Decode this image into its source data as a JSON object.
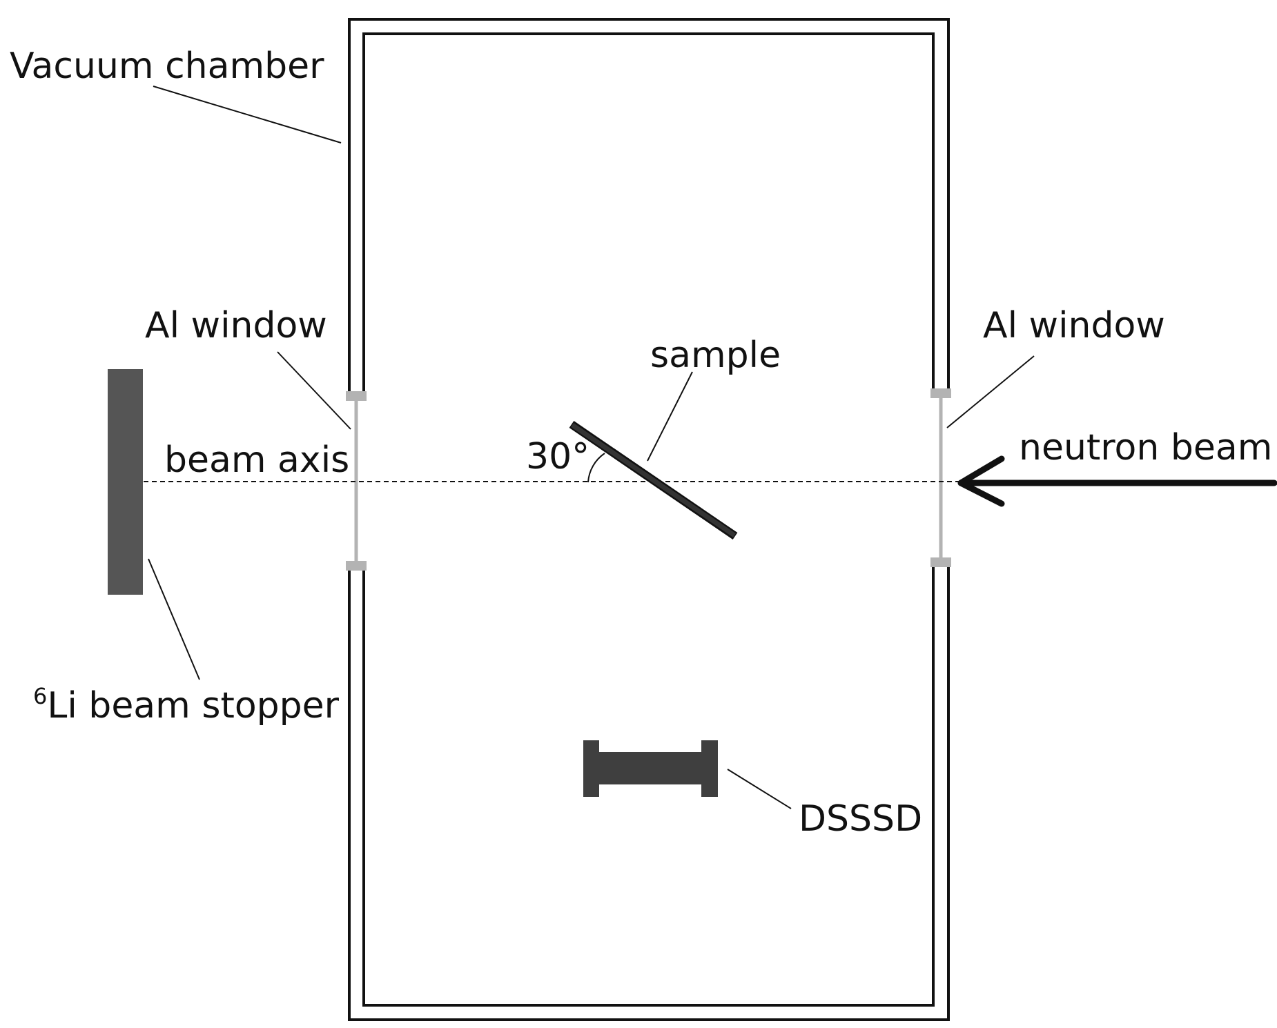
{
  "labels": {
    "vacuum_chamber": "Vacuum chamber",
    "al_window_left": "Al window",
    "al_window_right": "Al window",
    "sample": "sample",
    "beam_axis": "beam axis",
    "angle": "30°",
    "neutron_beam": "neutron beam",
    "beam_stopper_sup": "6",
    "beam_stopper": "Li beam stopper",
    "dsssd": "DSSSD"
  },
  "sample_tilt_deg": 30,
  "colors": {
    "line": "#111111",
    "window": "#b3b3b3",
    "stopper": "#555555",
    "sample": "#333333",
    "detector": "#3f3f3f",
    "background": "#ffffff"
  }
}
